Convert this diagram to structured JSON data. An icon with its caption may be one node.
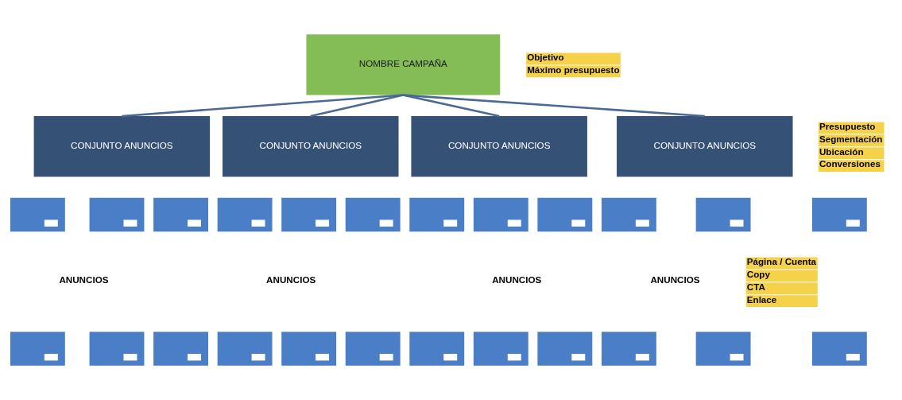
{
  "diagram": {
    "nodes": [
      {
        "text": [
          "NOMBRE CAMPAÑA"
        ],
        "beside": [
          "Objetivo",
          "Máximo presupuesto"
        ]
      },
      {
        "text": [
          "CONJUNTO ANUNCIOS"
        ]
      },
      {
        "text": [
          "CONJUNTO ANUNCIOS"
        ]
      },
      {
        "text": [
          "CONJUNTO ANUNCIOS"
        ]
      },
      {
        "text": [
          "CONJUNTO ANUNCIOS"
        ],
        "beside": [
          "Presupuesto",
          "Segmentación",
          "Ubicación",
          "Conversiones"
        ]
      },
      {
        "text": [],
        "shape": "box"
      },
      {
        "text": [],
        "shape": "box"
      },
      {
        "text": [],
        "shape": "box"
      },
      {
        "text": [],
        "shape": "box"
      },
      {
        "text": [],
        "shape": "box"
      },
      {
        "text": [],
        "shape": "box"
      },
      {
        "text": [],
        "shape": "box"
      },
      {
        "text": [],
        "shape": "box"
      },
      {
        "text": [],
        "shape": "box"
      },
      {
        "text": [],
        "shape": "box"
      },
      {
        "text": [],
        "shape": "box"
      },
      {
        "text": [],
        "shape": "box"
      },
      {
        "text": [],
        "shape": "box"
      },
      {
        "text": [],
        "shape": "box"
      },
      {
        "text": [],
        "shape": "box"
      },
      {
        "text": [],
        "shape": "box"
      },
      {
        "text": [],
        "shape": "box"
      },
      {
        "text": [],
        "shape": "box"
      },
      {
        "text": [],
        "shape": "box"
      },
      {
        "text": [],
        "shape": "box"
      },
      {
        "text": [],
        "shape": "box"
      },
      {
        "text": [],
        "shape": "box"
      },
      {
        "text": [],
        "shape": "box"
      },
      {
        "text": [],
        "shape": "box"
      }
    ],
    "edges": [
      {
        "from": 0,
        "to": 1,
        "arrow": "none"
      },
      {
        "from": 0,
        "to": 2,
        "arrow": "none"
      },
      {
        "from": 0,
        "to": 3,
        "arrow": "none"
      },
      {
        "from": 0,
        "to": 4,
        "arrow": "none"
      }
    ],
    "labels": [
      "ANUNCIOS",
      "ANUNCIOS",
      "ANUNCIOS",
      "ANUNCIOS",
      "Página / Cuenta",
      "Copy",
      "CTA",
      "Enlace"
    ]
  }
}
